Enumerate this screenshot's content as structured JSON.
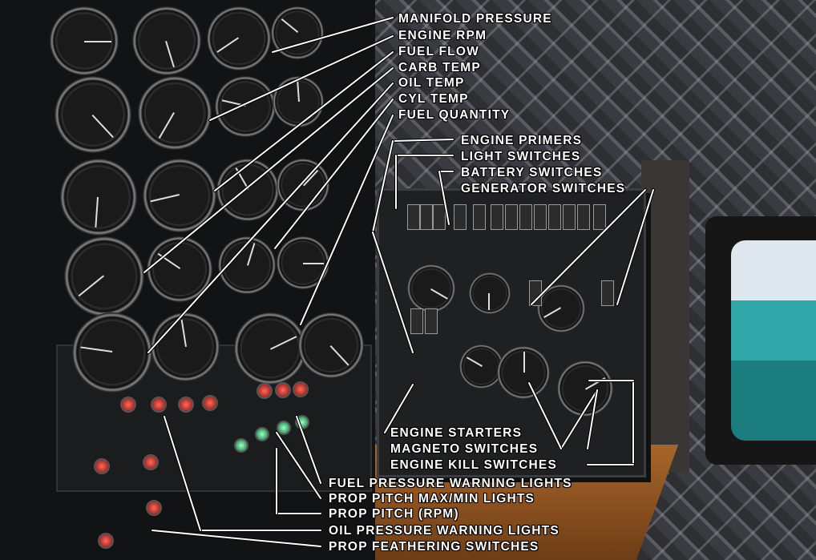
{
  "callouts": {
    "manifold_pressure": "MANIFOLD PRESSURE",
    "engine_rpm": "ENGINE RPM",
    "fuel_flow": "FUEL FLOW",
    "carb_temp": "CARB TEMP",
    "oil_temp": "OIL TEMP",
    "cyl_temp": "CYL TEMP",
    "fuel_quantity": "FUEL QUANTITY",
    "engine_primers": "ENGINE PRIMERS",
    "light_switches": "LIGHT SWITCHES",
    "battery_switches": "BATTERY SWITCHES",
    "generator_switches": "GENERATOR SWITCHES",
    "engine_starters": "ENGINE STARTERS",
    "magneto_switches": "MAGNETO SWITCHES",
    "engine_kill_switches": "ENGINE KILL SWITCHES",
    "fuel_pressure_warning_lights": "FUEL PRESSURE WARNING LIGHTS",
    "prop_pitch_max_min_lights": "PROP PITCH MAX/MIN LIGHTS",
    "prop_pitch_rpm": "PROP PITCH (RPM)",
    "oil_pressure_warning_lights": "OIL PRESSURE WARNING LIGHTS",
    "prop_feathering_switches": "PROP FEATHERING SWITCHES"
  },
  "colors": {
    "callout_text": "#ffffff",
    "warning_light": "#e03020",
    "pitch_light": "#40d080",
    "floor": "#a8652a"
  }
}
